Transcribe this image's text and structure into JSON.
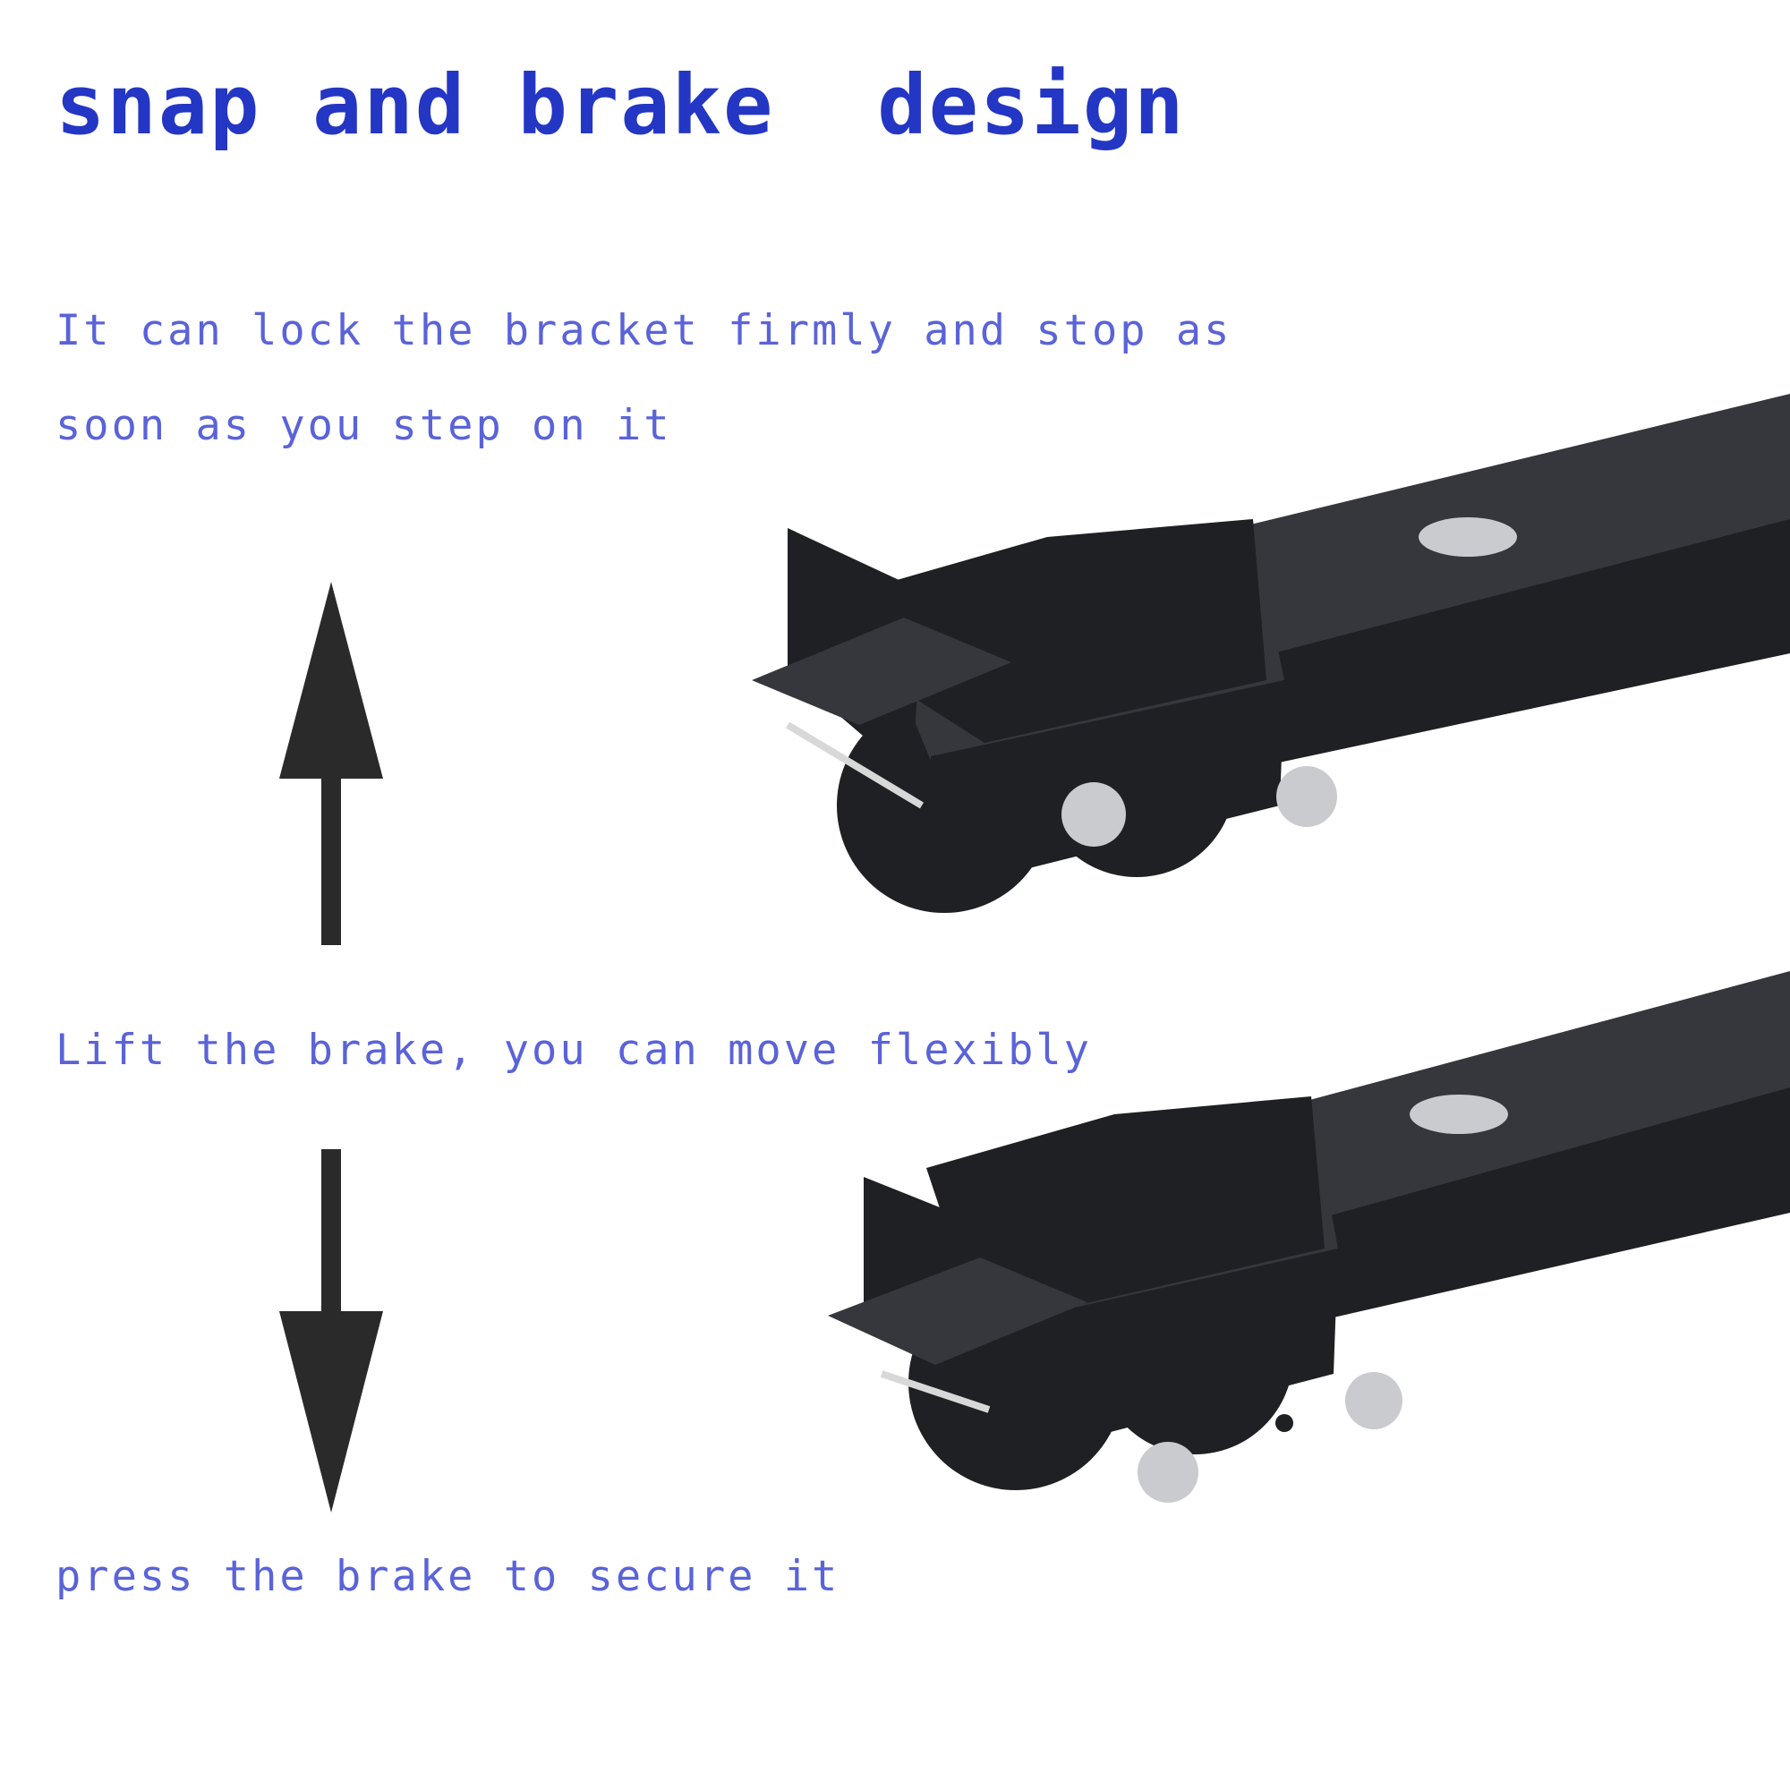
{
  "headline": "snap and brake  design",
  "captions": {
    "line1": "It can lock the bracket firmly and stop as",
    "line2": "soon as you step on it",
    "lift": "Lift the brake, you can move flexibly",
    "press": "press the brake to secure it"
  },
  "colors": {
    "headline": "#2436c4",
    "caption": "#5a63d8",
    "arrow": "#2a2a2a",
    "product_dark": "#1f2024",
    "product_mid": "#35373c",
    "bolt": "#c9cbcf",
    "background": "#ffffff"
  },
  "icons": {
    "up": "arrow-up-icon",
    "down": "arrow-down-icon"
  }
}
